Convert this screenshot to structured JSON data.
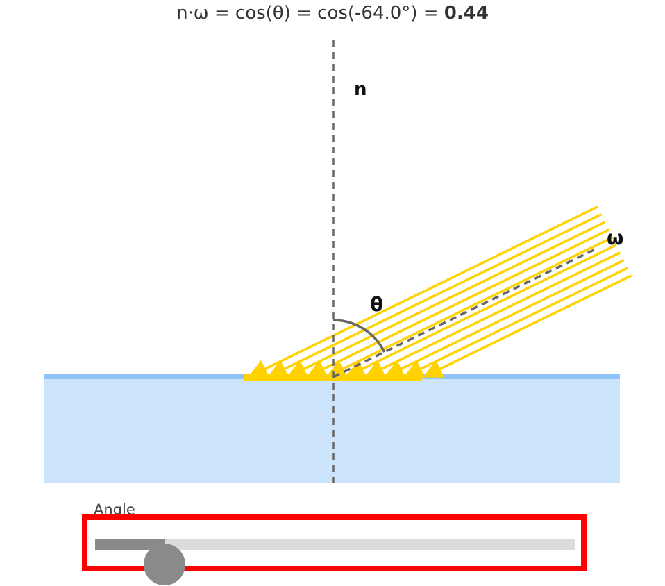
{
  "header": {
    "formula": "n·ω = cos(θ) = cos(-64.0°) = ",
    "result": "0.44"
  },
  "labels": {
    "normal": "n",
    "light": "ω",
    "theta": "θ"
  },
  "slider": {
    "label": "Angle",
    "value": -64,
    "min": -90,
    "max": 90
  },
  "colors": {
    "ray": "#ffd200",
    "surface": "#cce5fd",
    "surface_edge": "#90c4f8",
    "dash": "#666666",
    "highlight": "#ff0000"
  }
}
